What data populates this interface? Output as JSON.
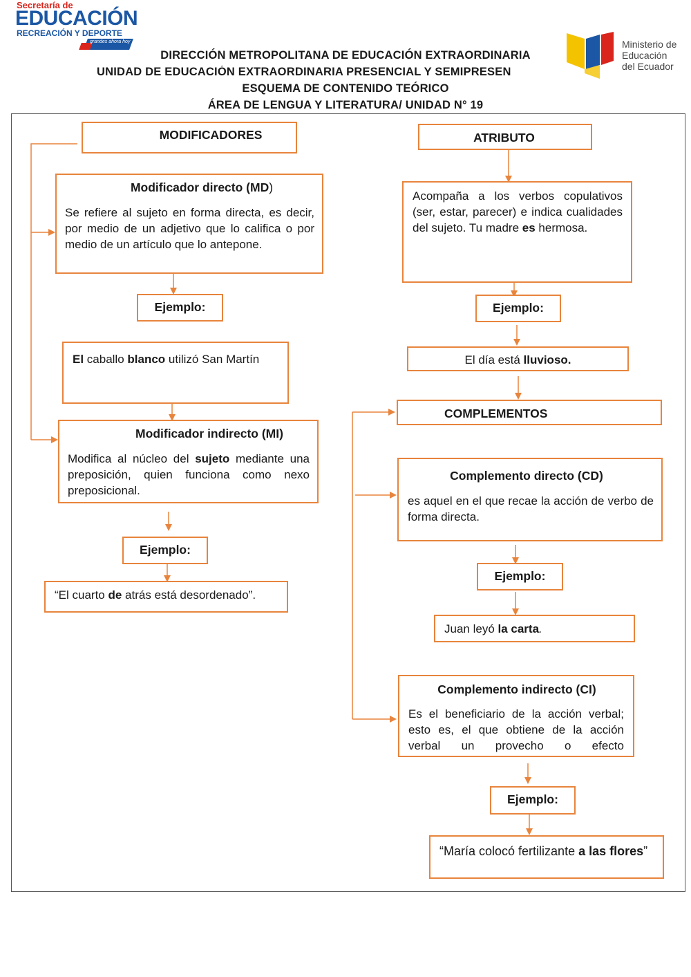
{
  "logo_left": {
    "line1": "Secretaría de",
    "line2": "EDUCACIÓN",
    "line3": "RECREACIÓN Y DEPORTE",
    "slogan": "grandes ahora hoy"
  },
  "logo_right": {
    "line1": "Ministerio de",
    "line2": "Educación",
    "line3": "del Ecuador",
    "flag_colors": [
      "#f3c300",
      "#1b57a4",
      "#d9251c"
    ]
  },
  "header": {
    "line1": "DIRECCIÓN METROPOLITANA DE EDUCACIÓN EXTRAORDINARIA",
    "line2": "UNIDAD DE EDUCACIÓN EXTRAORDINARIA PRESENCIAL Y SEMIPRESEN",
    "line3": "ESQUEMA DE CONTENIDO TEÓRICO",
    "line4": "ÁREA DE LENGUA Y LITERATURA/ UNIDAD N° 19"
  },
  "colors": {
    "accent": "#e8843c",
    "brand_blue": "#1b57a4",
    "brand_red": "#d9251c"
  },
  "left": {
    "modificadores": "MODIFICADORES",
    "md": {
      "title": "Modificador directo (MD",
      "title_end": ")",
      "text": "Se refiere al sujeto en forma directa, es decir, por medio de un adjetivo que lo califica o por medio de un artículo que lo antepone."
    },
    "md_example_label": "Ejemplo:",
    "md_example": {
      "w1": "El",
      "w2": " caballo ",
      "w3": "blanco",
      "w4": " utilizó  San  Martín"
    },
    "mi": {
      "title": "Modificador indirecto (MI)",
      "t1": "Modifica  al  núcleo  del ",
      "t2": "sujeto",
      "t3": " mediante una preposición, quien funciona como nexo preposicional."
    },
    "mi_example_label": "Ejemplo:",
    "mi_example": {
      "w1": "“El cuarto ",
      "w2": "de",
      "w3": " atrás está desordenado”."
    }
  },
  "right": {
    "atributo": "ATRIBUTO",
    "atributo_text": {
      "t1": "Acompaña a los verbos copulativos (ser, estar, parecer) e indica cualidades del sujeto. Tu madre ",
      "t2": "es",
      "t3": " hermosa."
    },
    "atributo_example_label": "Ejemplo:",
    "atributo_example": {
      "w1": "El día está ",
      "w2": "lluvioso."
    },
    "complementos": "COMPLEMENTOS",
    "cd": {
      "title": "Complemento directo (CD)",
      "text": "es aquel en el que recae la acción de verbo de forma directa."
    },
    "cd_example_label": "Ejemplo:",
    "cd_example": {
      "w1": "Juan leyó ",
      "w2": "la carta",
      "w3": "."
    },
    "ci": {
      "title": "Complemento indirecto (CI)",
      "text": "Es el beneficiario de la acción verbal; esto es, el que obtiene de la acción verbal un provecho o efecto"
    },
    "ci_example_label": "Ejemplo:",
    "ci_example": {
      "w1": "“María  colocó  fertilizante  ",
      "w2": "a  las flores",
      "w3": "”"
    }
  }
}
